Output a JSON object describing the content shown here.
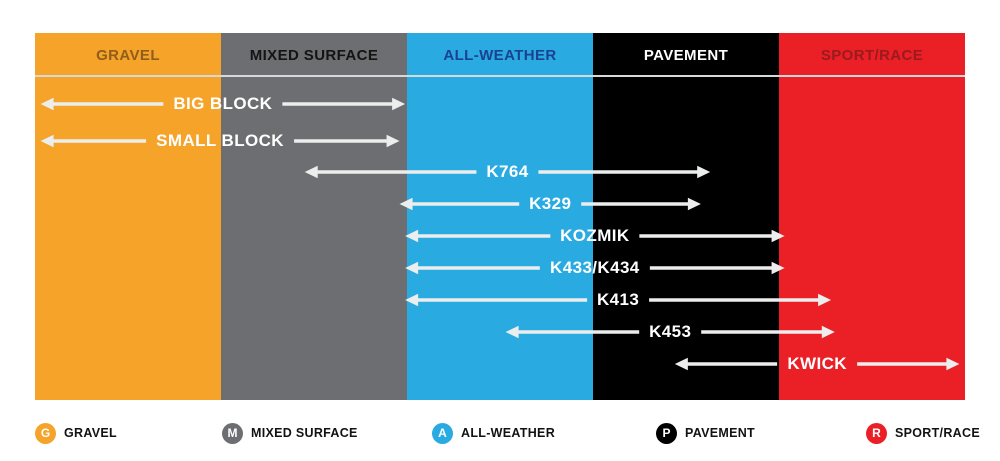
{
  "chart_data": {
    "type": "bar",
    "subtype": "horizontal-range-arrows",
    "title": "Tire model surface-range chart",
    "x_unit": "surface column index (0 = left edge of GRAVEL, 5 = right edge of SPORT/RACE)",
    "columns": [
      {
        "label": "GRAVEL",
        "color": "#F6A32A",
        "label_color": "#8F5E1C"
      },
      {
        "label": "MIXED SURFACE",
        "color": "#6D6E71",
        "label_color": "#141414"
      },
      {
        "label": "ALL-WEATHER",
        "color": "#29ABE2",
        "label_color": "#1A4291"
      },
      {
        "label": "PAVEMENT",
        "color": "#000000",
        "label_color": "#FFFFFF"
      },
      {
        "label": "SPORT/RACE",
        "color": "#EB2027",
        "label_color": "#9A1A1E"
      }
    ],
    "series": [
      {
        "name": "BIG BLOCK",
        "start": 0.03,
        "end": 1.99
      },
      {
        "name": "SMALL BLOCK",
        "start": 0.03,
        "end": 1.96
      },
      {
        "name": "K764",
        "start": 1.45,
        "end": 3.63
      },
      {
        "name": "K329",
        "start": 1.96,
        "end": 3.58
      },
      {
        "name": "KOZMIK",
        "start": 1.99,
        "end": 4.03
      },
      {
        "name": "K433/K434",
        "start": 1.99,
        "end": 4.03
      },
      {
        "name": "K413",
        "start": 1.99,
        "end": 4.28
      },
      {
        "name": "K453",
        "start": 2.53,
        "end": 4.3
      },
      {
        "name": "KWICK",
        "start": 3.44,
        "end": 4.97
      }
    ],
    "arrow_color": "#ECEDED",
    "series_label_color": "#FFFFFF",
    "legend_position": "bottom"
  },
  "legend": {
    "items": [
      {
        "letter": "G",
        "label": "GRAVEL",
        "color": "#F6A32A"
      },
      {
        "letter": "M",
        "label": "MIXED SURFACE",
        "color": "#6D6E71"
      },
      {
        "letter": "A",
        "label": "ALL-WEATHER",
        "color": "#29ABE2"
      },
      {
        "letter": "P",
        "label": "PAVEMENT",
        "color": "#000000"
      },
      {
        "letter": "R",
        "label": "SPORT/RACE",
        "color": "#EB2027"
      }
    ]
  }
}
